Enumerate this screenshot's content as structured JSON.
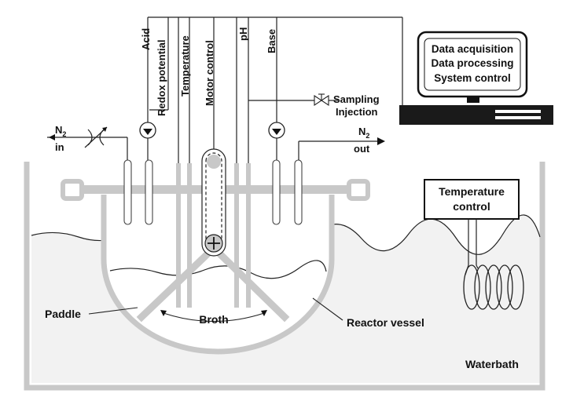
{
  "labels": {
    "acid": "Acid",
    "redox_potential": "Redox potential",
    "temperature": "Temperature",
    "motor_control": "Motor control",
    "ph": "pH",
    "base": "Base",
    "sampling": "Sampling",
    "injection": "Injection",
    "n2_in_symbol": "N",
    "n2_in_subscript": "2",
    "n2_in_word": "in",
    "n2_out_symbol": "N",
    "n2_out_subscript": "2",
    "n2_out_word": "out",
    "paddle": "Paddle",
    "broth": "Broth",
    "reactor_vessel": "Reactor vessel",
    "waterbath": "Waterbath"
  },
  "computer": {
    "line1": "Data acquisition",
    "line2": "Data processing",
    "line3": "System control"
  },
  "temperature_control": {
    "line1": "Temperature",
    "line2": "control"
  },
  "colors": {
    "vessel_gray": "#c8c8c8",
    "line": "#111111",
    "water": "#f2f2f2",
    "keyboard": "#1a1a1a"
  }
}
